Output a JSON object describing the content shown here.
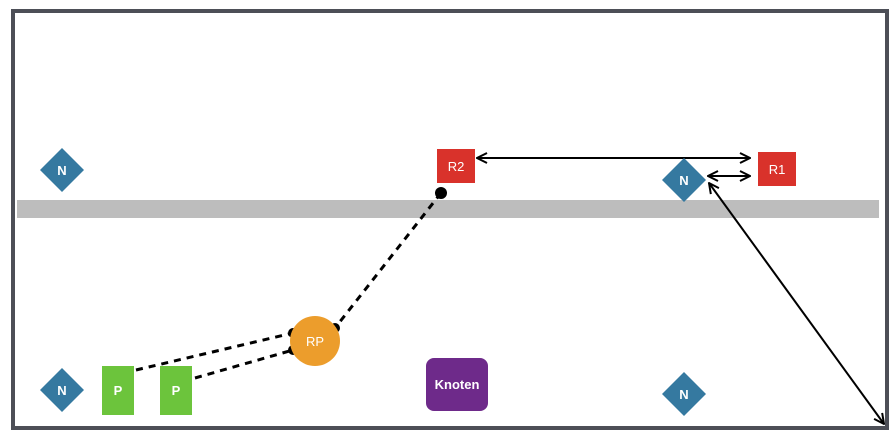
{
  "colors": {
    "frame": "#4d4f57",
    "road": "#bdbdbd",
    "node_diamond": "#3579a0",
    "router": "#d9322b",
    "rendezvous": "#ec9d2c",
    "participant": "#6cc43c",
    "knoten": "#6e2a8a",
    "line": "#000000"
  },
  "labels": {
    "node": "N",
    "router_1": "R1",
    "router_2": "R2",
    "rendezvous": "RP",
    "participant": "P",
    "knoten": "Knoten"
  },
  "icons": {
    "node": "diamond-shape",
    "router": "square-shape",
    "rendezvous": "circle-shape",
    "participant": "rectangle-shape",
    "knoten": "rounded-square-shape"
  }
}
